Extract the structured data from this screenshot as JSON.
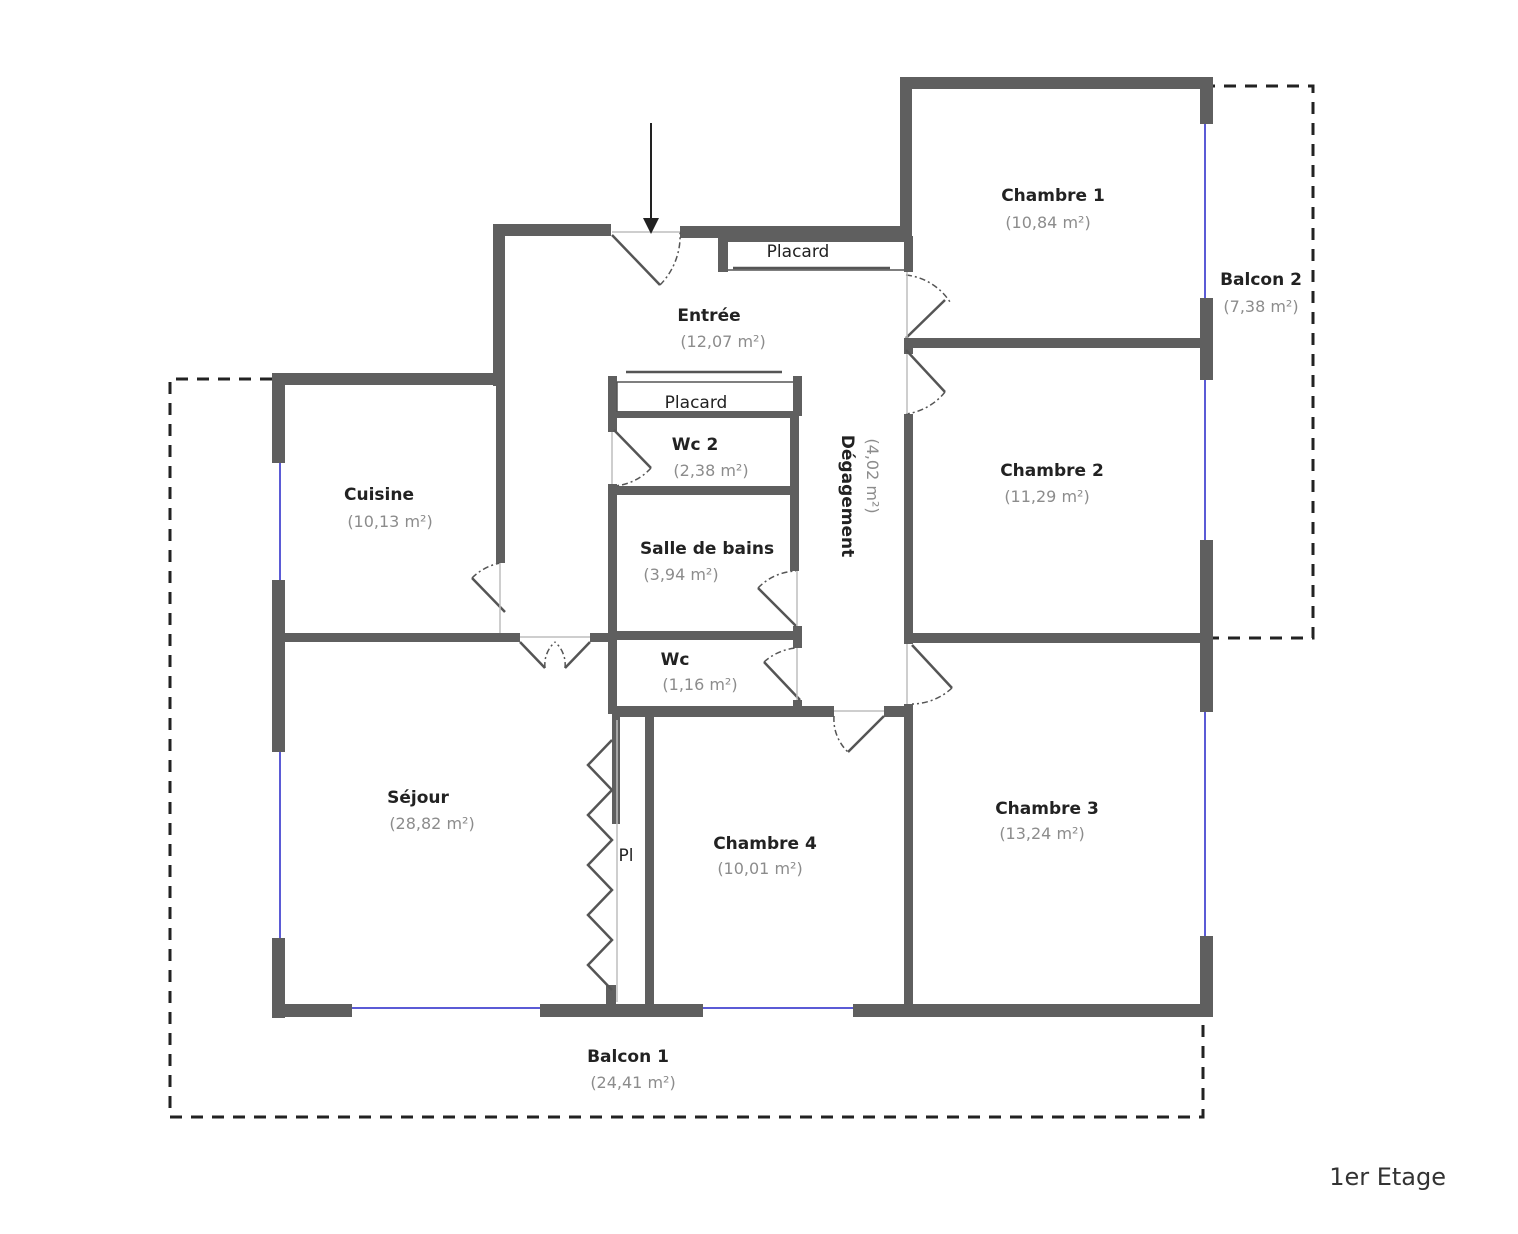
{
  "floor_label": "1er Etage",
  "rooms": {
    "chambre1": {
      "name": "Chambre 1",
      "area": "(10,84 m²)"
    },
    "balcon2": {
      "name": "Balcon 2",
      "area": "(7,38 m²)"
    },
    "entree": {
      "name": "Entrée",
      "area": "(12,07 m²)"
    },
    "wc2": {
      "name": "Wc 2",
      "area": "(2,38 m²)"
    },
    "chambre2": {
      "name": "Chambre 2",
      "area": "(11,29 m²)"
    },
    "cuisine": {
      "name": "Cuisine",
      "area": "(10,13 m²)"
    },
    "salle_de_bains": {
      "name": "Salle de bains",
      "area": "(3,94 m²)"
    },
    "degagement": {
      "name": "Dégagement",
      "area": "(4,02 m²)"
    },
    "wc": {
      "name": "Wc",
      "area": "(1,16 m²)"
    },
    "sejour": {
      "name": "Séjour",
      "area": "(28,82 m²)"
    },
    "chambre3": {
      "name": "Chambre 3",
      "area": "(13,24 m²)"
    },
    "chambre4": {
      "name": "Chambre 4",
      "area": "(10,01 m²)"
    },
    "balcon1": {
      "name": "Balcon 1",
      "area": "(24,41 m²)"
    }
  },
  "labels": {
    "placard_top": "Placard",
    "placard_mid": "Placard",
    "pl": "Pl"
  }
}
